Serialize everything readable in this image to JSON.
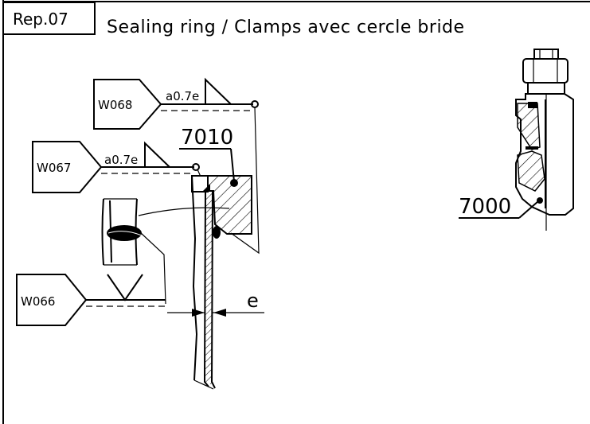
{
  "header": {
    "ref_label": "Rep.07",
    "title": "Sealing ring / Clamps avec cercle bride"
  },
  "welds": [
    {
      "code": "W068",
      "throat": "a0.7e"
    },
    {
      "code": "W067",
      "throat": "a0.7e"
    },
    {
      "code": "W066"
    }
  ],
  "parts": {
    "ring_ref": "7010",
    "clamp_ref": "7000"
  },
  "dimension": {
    "label": "e"
  }
}
